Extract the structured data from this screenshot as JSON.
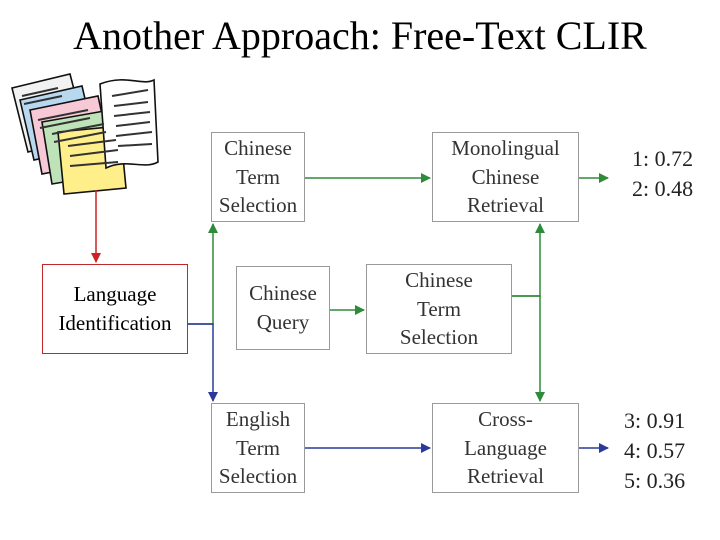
{
  "title": "Another Approach: Free-Text CLIR",
  "boxes": {
    "chinese_term_selection_1": [
      "Chinese",
      "Term",
      "Selection"
    ],
    "monolingual_retrieval": [
      "Monolingual",
      "Chinese",
      "Retrieval"
    ],
    "language_identification": [
      "Language",
      "Identification"
    ],
    "chinese_query": [
      "Chinese",
      "Query"
    ],
    "chinese_term_selection_2": [
      "Chinese",
      "Term",
      "Selection"
    ],
    "english_term_selection": [
      "English",
      "Term",
      "Selection"
    ],
    "cross_language_retrieval": [
      "Cross-",
      "Language",
      "Retrieval"
    ]
  },
  "results": {
    "monolingual": [
      "1: 0.72",
      "2: 0.48"
    ],
    "cross_language": [
      "3: 0.91",
      "4: 0.57",
      "5: 0.36"
    ]
  },
  "colors": {
    "red_arrow": "#cc2222",
    "green_arrow": "#2e8b3a",
    "blue_arrow": "#2a3a9a",
    "box_border": "#9a9a9a"
  },
  "icons": [
    "documents-clipart-icon"
  ]
}
